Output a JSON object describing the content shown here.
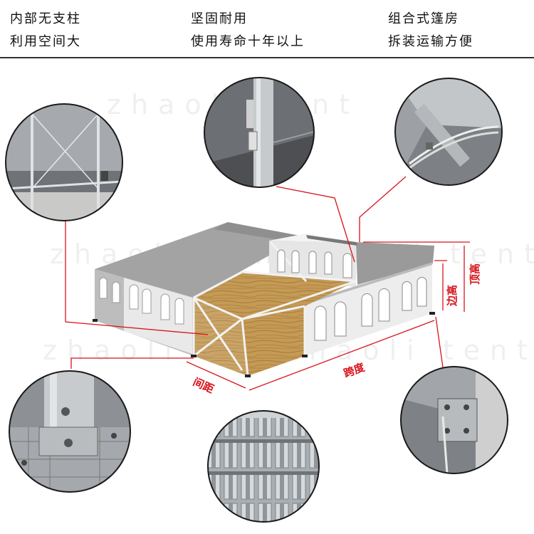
{
  "features": [
    {
      "line1": "内部无支柱",
      "line2": "利用空间大"
    },
    {
      "line1": "坚固耐用",
      "line2": "使用寿命十年以上"
    },
    {
      "line1": "组合式篷房",
      "line2": "拆装运输方便"
    }
  ],
  "dimensions": {
    "bay_spacing": "间距",
    "span": "跨度",
    "side_height": "边高",
    "ridge_height": "顶高"
  },
  "watermark": "zhaoli tent",
  "colors": {
    "accent": "#d8141c",
    "wood_floor": "#c49a55",
    "roof": "#9e9e9e",
    "roof_light": "#f2f2f2",
    "wall": "#efefef",
    "rule": "#333333"
  },
  "detail_callouts": [
    {
      "name": "x-bracing-wall",
      "icon": "x-brace-photo"
    },
    {
      "name": "column-beam-joint",
      "icon": "column-photo"
    },
    {
      "name": "roof-cable-corner",
      "icon": "roof-corner-photo"
    },
    {
      "name": "base-plate-anchor",
      "icon": "base-plate-photo"
    },
    {
      "name": "aluminum-profile-section",
      "icon": "aluminum-profile-photo"
    },
    {
      "name": "eave-connector",
      "icon": "eave-connector-photo"
    }
  ]
}
